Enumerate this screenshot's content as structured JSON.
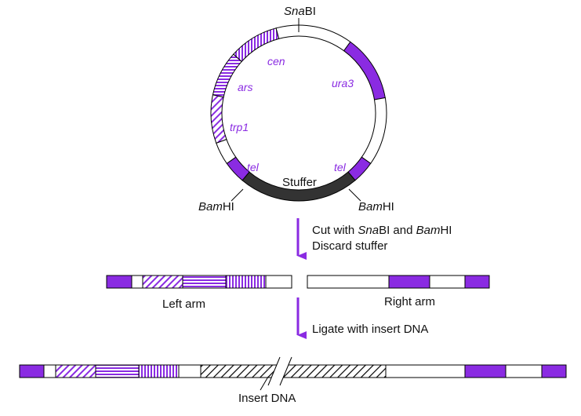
{
  "colors": {
    "purple": "#8a2be2",
    "dark": "#333333",
    "line": "#000000",
    "fill_white": "#ffffff"
  },
  "plasmid": {
    "sites": [
      {
        "italic": "Sna",
        "plain": "BI"
      },
      {
        "italic": "Bam",
        "plain": "HI"
      },
      {
        "italic": "Bam",
        "plain": "HI"
      }
    ],
    "genes": [
      "cen",
      "ars",
      "trp1",
      "ura3",
      "tel",
      "tel"
    ],
    "stuffer_label": "Stuffer"
  },
  "step1": {
    "line1_parts": [
      "Cut with ",
      "Sna",
      "BI and ",
      "Bam",
      "HI"
    ],
    "line2": "Discard stuffer"
  },
  "arms": {
    "left_label": "Left arm",
    "right_label": "Right arm"
  },
  "step2": {
    "text": "Ligate with insert DNA"
  },
  "insert": {
    "label": "Insert DNA"
  }
}
